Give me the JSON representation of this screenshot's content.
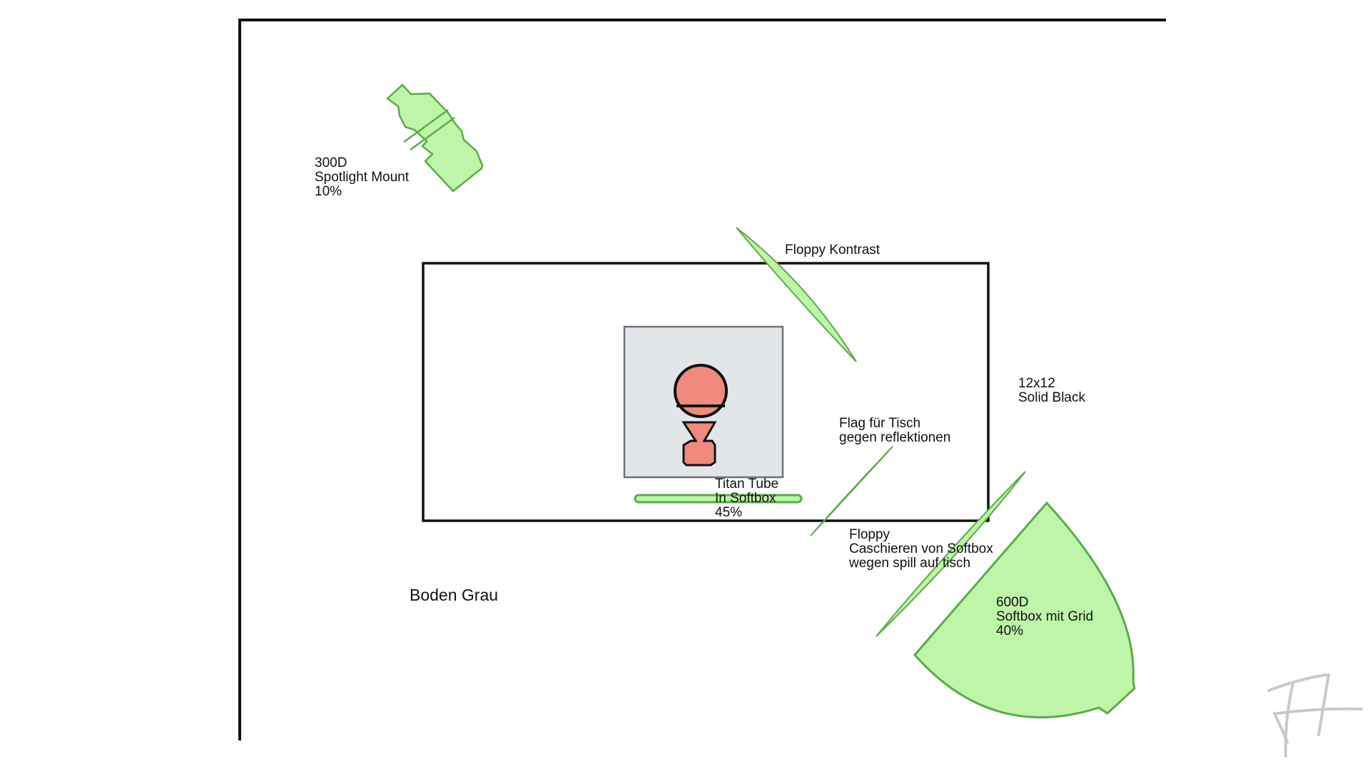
{
  "colors": {
    "light_fill": "#bef5a8",
    "light_stroke": "#5cab48",
    "subject_fill": "#f08a7c",
    "subject_stroke": "#111111",
    "table_fill": "#e3e6e8",
    "table_stroke": "#6f7275",
    "wall": "#111111",
    "signature": "#c9c9c9"
  },
  "labels": {
    "spot_300d": [
      "300D",
      "Spotlight Mount",
      "10%"
    ],
    "floppy_kontrast": [
      "Floppy Kontrast"
    ],
    "solid_black": [
      "12x12",
      "Solid Black"
    ],
    "flag_tisch": [
      "Flag für Tisch",
      "gegen reflektionen"
    ],
    "titan_tube": [
      "Titan Tube",
      "In Softbox",
      "45%"
    ],
    "floppy_caschieren": [
      "Floppy",
      "Caschieren von Softbox",
      "wegen spill auf tisch"
    ],
    "softbox_600d": [
      "600D",
      "Softbox mit Grid",
      "40%"
    ],
    "boden": [
      "Boden Grau"
    ]
  },
  "icons": {
    "spotlight": "spotlight-icon",
    "softbox": "softbox-icon",
    "tube": "tube-light-icon",
    "person": "person-icon",
    "signature": "signature-logo"
  }
}
